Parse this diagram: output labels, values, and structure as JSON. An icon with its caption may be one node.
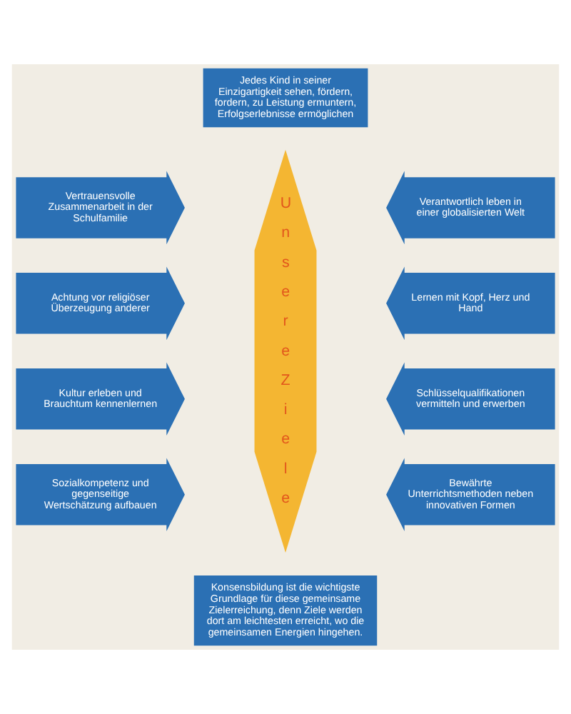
{
  "diagram": {
    "nodes": [
      {
        "text": [
          "Jedes Kind in seiner Einzigartigkeit sehen, fördern, fordern, zu Leistung ermuntern, Erfolgserlebnisse ermöglichen"
        ]
      },
      {
        "text": [
          "Vertrauensvolle Zusammenarbeit in der Schulfamilie"
        ]
      },
      {
        "text": [
          "Unsere Ziele"
        ]
      },
      {
        "text": [
          "Verantwortlich leben in einer globalisierten Welt"
        ]
      },
      {
        "text": [
          "Achtung vor religiöser Überzeugung anderer"
        ]
      },
      {
        "text": [
          "Lernen mit Kopf, Herz und Hand"
        ]
      },
      {
        "text": [
          "Kultur erleben und Brauchtum kennenlernen"
        ]
      },
      {
        "text": [
          "Schlüsselqualifikationen vermitteln und erwerben"
        ]
      },
      {
        "text": [
          "Sozialkompetenz und gegenseitige Wertschätzung aufbauen"
        ]
      },
      {
        "text": [
          "Bewährte Unterrichtsmethoden neben innovativen Formen"
        ]
      },
      {
        "text": [
          "Konsensbildung ist die wichtigste Grundlage für diese gemeinsame Zielerreichung, denn Ziele werden dort am leichtesten erreicht, wo die gemeinsamen Energien hingehen."
        ]
      }
    ]
  }
}
